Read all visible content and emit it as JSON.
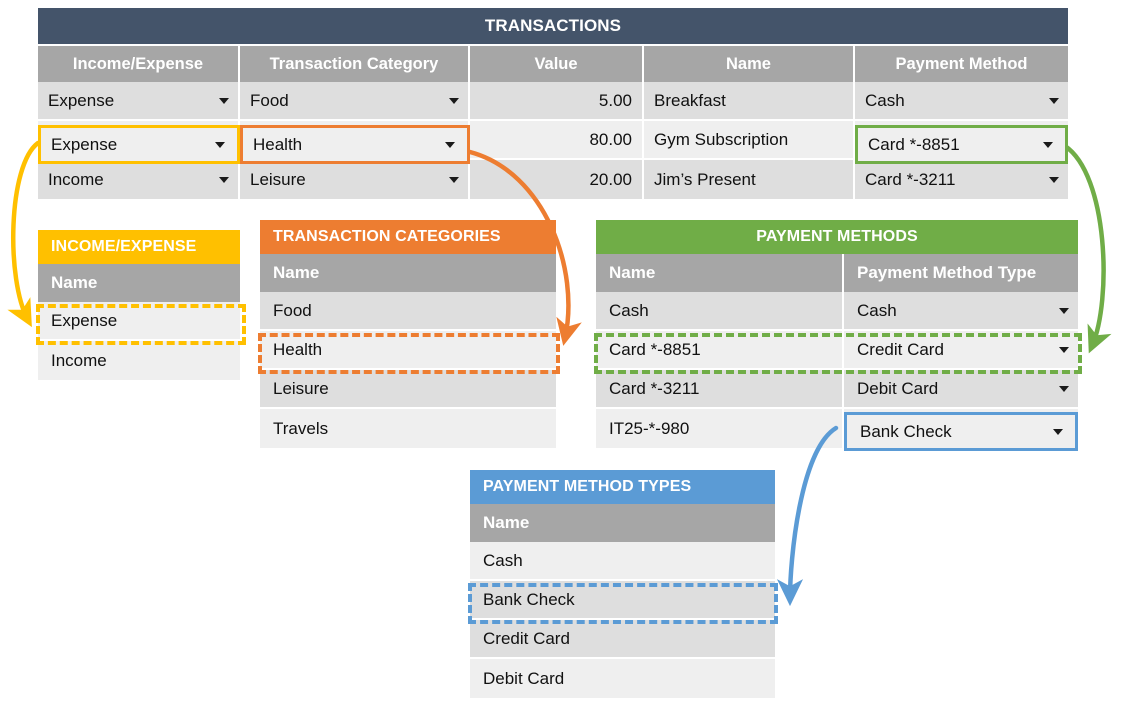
{
  "colors": {
    "transactions_header": "#44546A",
    "income_expense": "#FFC000",
    "transaction_categories": "#ED7D31",
    "payment_methods": "#70AD47",
    "payment_method_types": "#5B9BD5",
    "column_header_grey": "#A6A6A6",
    "row_light": "#EFEFEF",
    "row_dark": "#DEDEDE"
  },
  "transactions": {
    "title": "TRANSACTIONS",
    "columns": [
      "Income/Expense",
      "Transaction Category",
      "Value",
      "Name",
      "Payment Method"
    ],
    "rows": [
      {
        "income_expense": "Expense",
        "category": "Food",
        "value": "5.00",
        "name": "Breakfast",
        "payment_method": "Cash"
      },
      {
        "income_expense": "Expense",
        "category": "Health",
        "value": "80.00",
        "name": "Gym Subscription",
        "payment_method": "Card *-8851"
      },
      {
        "income_expense": "Income",
        "category": "Leisure",
        "value": "20.00",
        "name": "Jim’s Present",
        "payment_method": "Card *-3211"
      }
    ]
  },
  "income_expense_table": {
    "title": "INCOME/EXPENSE",
    "columns": [
      "Name"
    ],
    "rows": [
      "Expense",
      "Income"
    ],
    "highlighted": "Expense"
  },
  "transaction_categories_table": {
    "title": "TRANSACTION CATEGORIES",
    "columns": [
      "Name"
    ],
    "rows": [
      "Food",
      "Health",
      "Leisure",
      "Travels"
    ],
    "highlighted": "Health"
  },
  "payment_methods_table": {
    "title": "PAYMENT METHODS",
    "columns": [
      "Name",
      "Payment Method Type"
    ],
    "rows": [
      {
        "name": "Cash",
        "type": "Cash"
      },
      {
        "name": "Card *-8851",
        "type": "Credit Card"
      },
      {
        "name": "Card *-3211",
        "type": "Debit Card"
      },
      {
        "name": "IT25-*-980",
        "type": "Bank Check"
      }
    ],
    "highlighted_row": "Card *-8851",
    "highlighted_cell": "Bank Check"
  },
  "payment_method_types_table": {
    "title": "PAYMENT METHOD TYPES",
    "columns": [
      "Name"
    ],
    "rows": [
      "Cash",
      "Bank Check",
      "Credit Card",
      "Debit Card"
    ],
    "highlighted": "Bank Check"
  },
  "highlights": {
    "txn_income_expense_value": "Expense",
    "txn_category_value": "Health",
    "txn_payment_method_value": "Card *-8851",
    "pm_bank_check_value": "Bank Check"
  },
  "icons": {
    "dropdown": "chevron-down-icon"
  }
}
